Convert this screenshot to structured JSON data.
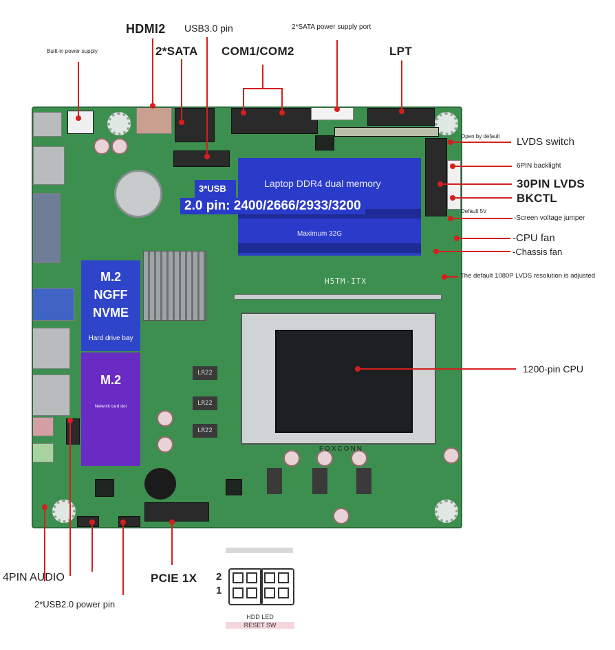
{
  "labels": {
    "hdmi2": "HDMI2",
    "usb30_pin": "USB3.0 pin",
    "sata_power_port": "2*SATA power supply port",
    "builtin_power": "Built-in power supply",
    "sata2": "2*SATA",
    "com": "COM1/COM2",
    "lpt": "LPT",
    "open_by_default": "Open by default",
    "lvds_switch": "LVDS switch",
    "backlight_6pin": "6PIN backlight",
    "lvds_30pin": "30PIN LVDS",
    "bkctl": "BKCTL",
    "default_5v": "Default 5V",
    "screen_voltage_jumper": "-Screen voltage jumper",
    "cpu_fan": "-CPU fan",
    "chassis_fan": "-Chassis fan",
    "lvds_resolution": "The default 1080P LVDS resolution is adjusted",
    "cpu_1200": "1200-pin CPU",
    "audio_4pin": "4PIN AUDIO",
    "pcie": "PCIE 1X",
    "usb20_power": "2*USB2.0 power pin"
  },
  "board": {
    "ram_title": "Laptop DDR4 dual memory",
    "ram_speed": "2.0 pin: 2400/2666/2933/3200",
    "ram_max": "Maximum 32G",
    "usb_box": "3*USB",
    "m2_top_line1": "M.2",
    "m2_top_line2": "NGFF",
    "m2_top_line3": "NVME",
    "m2_top_caption": "Hard drive bay",
    "m2_bottom_title": "M.2",
    "m2_bottom_caption": "Network card slot",
    "model": "H5TM-ITX",
    "coil_label": "LR22",
    "socket_mark": "FOXCONN"
  },
  "connector_figure": {
    "row_2": "2",
    "row_1": "1",
    "hdd_led": "HDD LED",
    "reset_sw": "RESET SW"
  },
  "colors": {
    "pcb": "#3d8f4f",
    "callout_line": "#d51f1f",
    "ram_panel": "#2b3bc9",
    "m2_nvme_panel": "#2f45c9",
    "m2_network_panel": "#6a2bc4"
  }
}
